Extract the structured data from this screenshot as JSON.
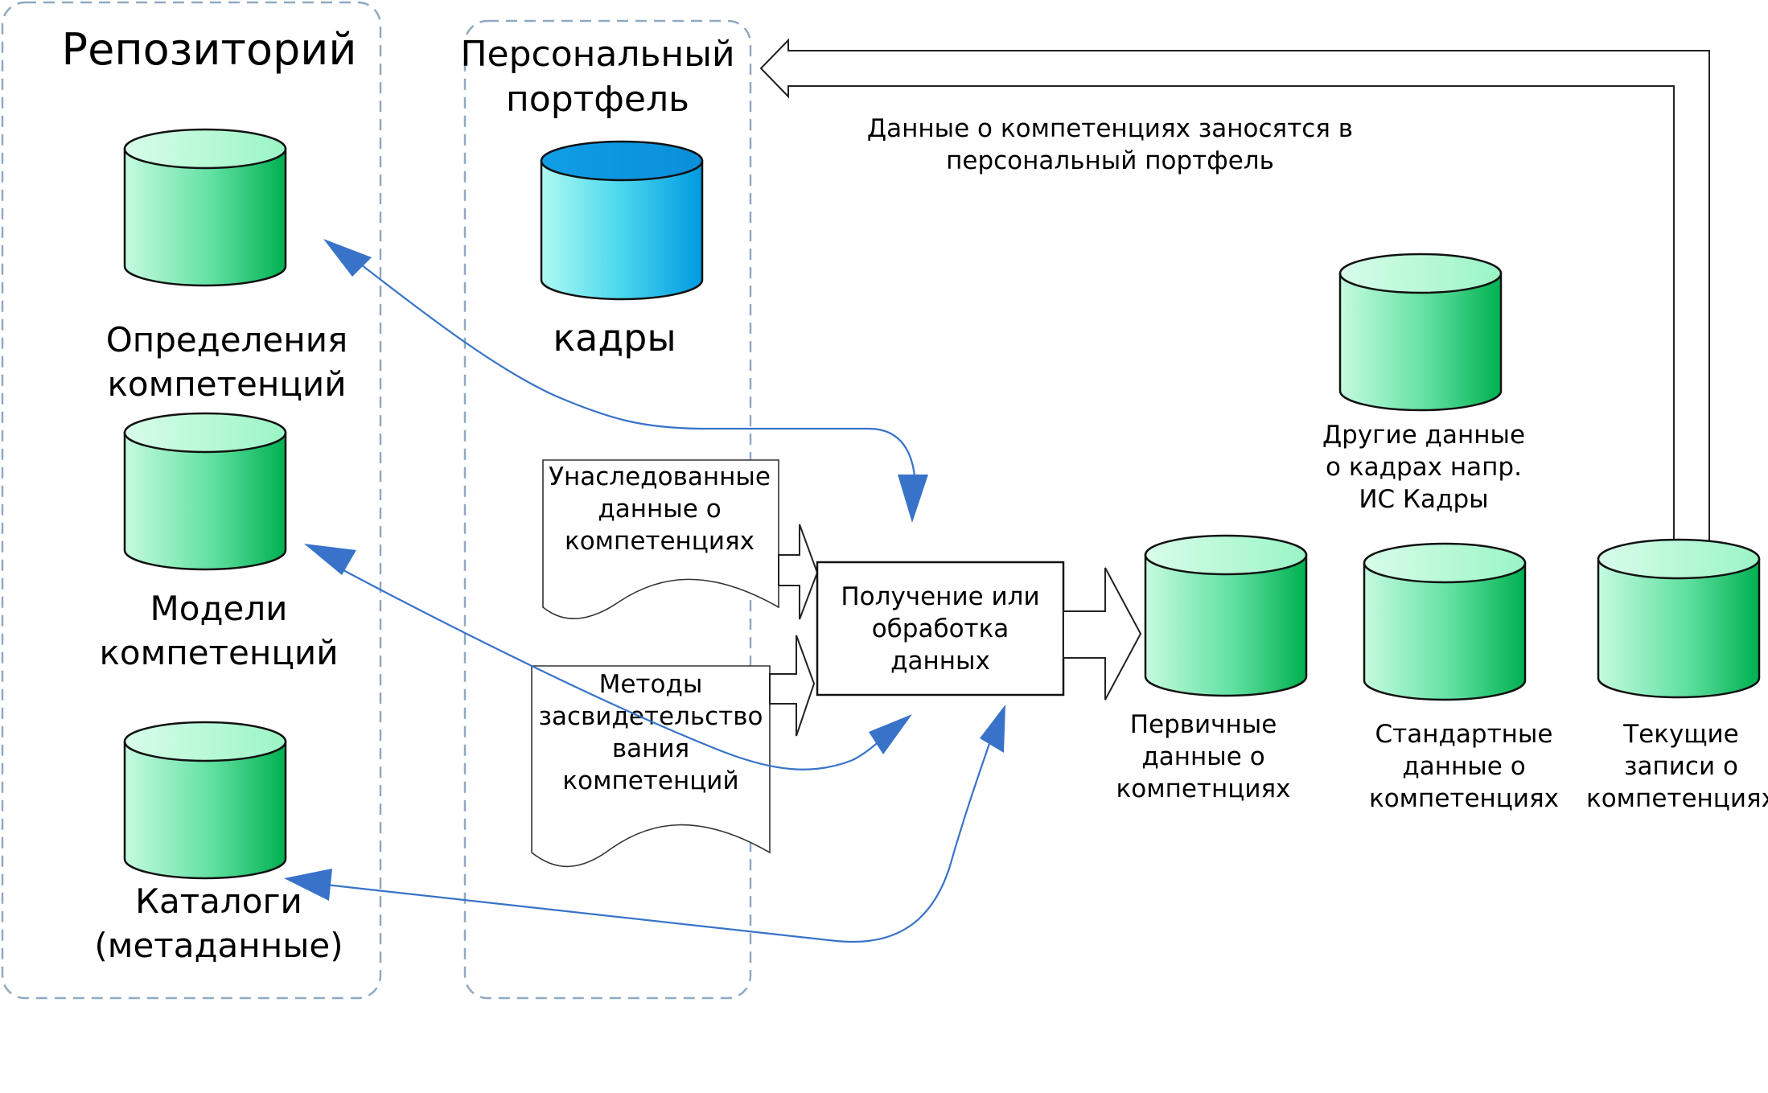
{
  "colors": {
    "cylinder_green_light": "#c6fbe0",
    "cylinder_green_dark": "#00b050",
    "cylinder_blue_light": "#aefaf2",
    "cylinder_blue_dark": "#009ae0",
    "arrow_blue": "#3873c9",
    "group_border": "#8fa9c2"
  },
  "groups": {
    "repository": {
      "title": "Репозиторий"
    },
    "portfolio": {
      "title_line1": "Персональный",
      "title_line2": "портфель"
    }
  },
  "databases": {
    "definitions": {
      "line1": "Определения",
      "line2": "компетенций",
      "icon": "database-cylinder-icon"
    },
    "models": {
      "line1": "Модели",
      "line2": "компетенций",
      "icon": "database-cylinder-icon"
    },
    "catalogs": {
      "line1": "Каталоги",
      "line2": "(метаданные)",
      "icon": "database-cylinder-icon"
    },
    "staff": {
      "line1": "кадры",
      "icon": "database-cylinder-icon"
    },
    "other_data": {
      "line1": "Другие данные",
      "line2": "о кадрах напр.",
      "line3": "ИС Кадры",
      "icon": "database-cylinder-icon"
    },
    "primary": {
      "line1": "Первичные",
      "line2": "данные о",
      "line3": "компетнциях",
      "icon": "database-cylinder-icon"
    },
    "standard": {
      "line1": "Стандартные",
      "line2": "данные о",
      "line3": "компетенциях",
      "icon": "database-cylinder-icon"
    },
    "current": {
      "line1": "Текущие",
      "line2": "записи о",
      "line3": "компетенциях",
      "icon": "database-cylinder-icon"
    }
  },
  "documents": {
    "inherited": {
      "line1": "Унаследованные",
      "line2": "данные о",
      "line3": "компетенциях"
    },
    "methods": {
      "line1": "Методы",
      "line2": "засвидетельство",
      "line3": "вания",
      "line4": "компетенций"
    }
  },
  "process": {
    "line1": "Получение или",
    "line2": "обработка",
    "line3": "данных"
  },
  "feedback_note": {
    "line1": "Данные о компетенциях заносятся в",
    "line2": "персональный портфель"
  }
}
